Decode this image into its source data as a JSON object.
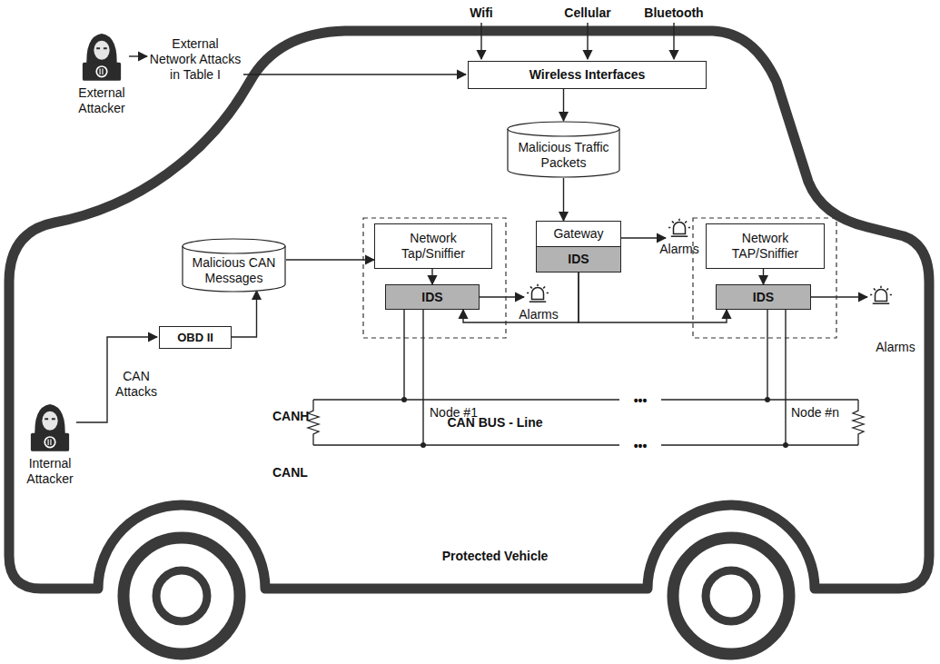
{
  "diagram": {
    "nodes": [
      {
        "text": [
          "Wireless Interfaces"
        ]
      },
      {
        "text": [
          "Malicious Traffic Packets"
        ]
      },
      {
        "text": [
          "Gateway"
        ]
      },
      {
        "text": [
          "IDS"
        ],
        "in": 2
      },
      {
        "text": [
          "Network Tap/Sniffier"
        ]
      },
      {
        "text": [
          "IDS"
        ]
      },
      {
        "text": [
          "Network TAP/Sniffier"
        ]
      },
      {
        "text": [
          "IDS"
        ]
      },
      {
        "text": [
          "Malicious CAN Messages"
        ]
      },
      {
        "text": [
          "OBD II"
        ]
      }
    ],
    "edges": [
      {
        "from": 0,
        "to": 1,
        "arrow": "to"
      },
      {
        "from": 1,
        "to": 2,
        "arrow": "to"
      },
      {
        "from": 3,
        "to": 5,
        "arrow": "to"
      },
      {
        "from": 3,
        "to": 7,
        "arrow": "to"
      },
      {
        "from": 4,
        "to": 5,
        "arrow": "to"
      },
      {
        "from": 6,
        "to": 7,
        "arrow": "to"
      },
      {
        "from": 8,
        "to": 4,
        "arrow": "to"
      },
      {
        "from": 9,
        "to": 8,
        "arrow": "to"
      }
    ],
    "labels": [
      "Wifi",
      "Cellular",
      "Bluetooth",
      "External Attacker",
      "External Network Attacks in Table I",
      "Alarms",
      "Alarms",
      "Alarms",
      "Internal Attacker",
      "CAN Attacks",
      "CANH",
      "CANL",
      "CAN BUS - Line",
      "Node #1",
      "Node #n",
      "•••",
      "•••",
      "Protected Vehicle"
    ]
  }
}
